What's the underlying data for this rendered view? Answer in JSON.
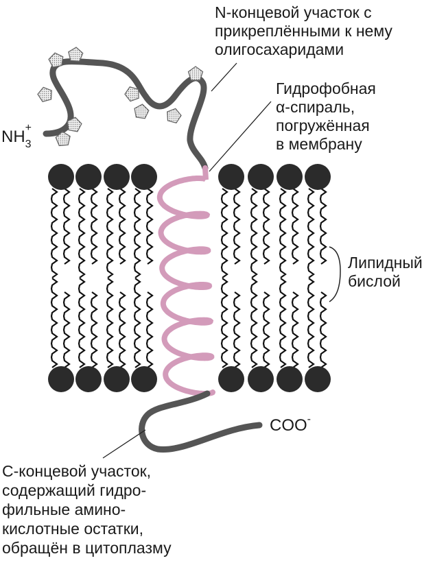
{
  "labels": {
    "n_terminal": [
      "N-концевой участок с",
      "прикреплёнными к нему",
      "олигосахаридами"
    ],
    "helix": [
      "Гидрофобная",
      "α-спираль,",
      "погружённая",
      "в мембрану"
    ],
    "bilayer": [
      "Липидный",
      "бислой"
    ],
    "c_terminal": [
      "С-концевой участок,",
      "содержащий гидро-",
      "фильные амино-",
      "кислотные остатки,",
      "обращён в цитоплазму"
    ]
  },
  "termini": {
    "n_main": "NH",
    "n_sub": "3",
    "n_sup": "+",
    "c_main": "COO",
    "c_sup": "-"
  },
  "colors": {
    "chain": "#555555",
    "helix": "#d39bba",
    "lipid_head": "#2b2b2b",
    "sugar_fill": "#e6e6e6"
  },
  "structure": {
    "lipids_per_side": 4,
    "helix_turns": 6,
    "oligosaccharides": 9
  }
}
